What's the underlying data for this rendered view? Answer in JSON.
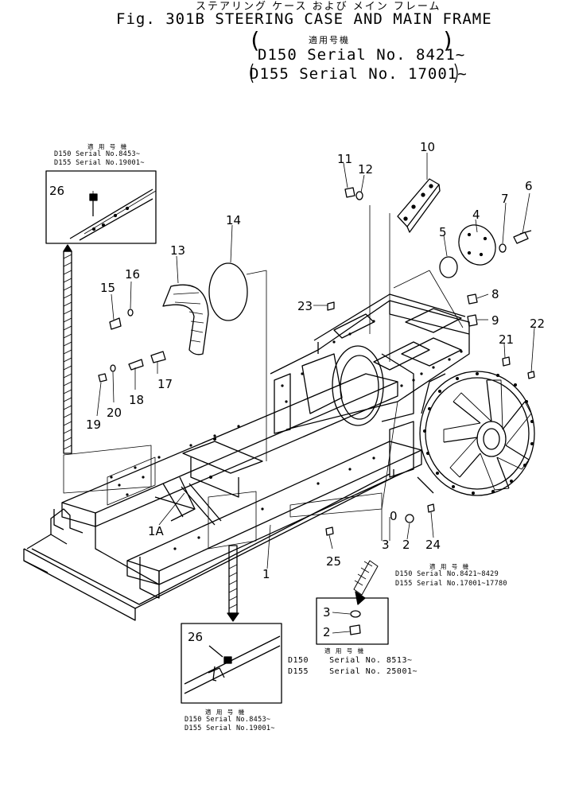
{
  "header": {
    "jp_title": "ステアリング ケース および メイン フレーム",
    "title": "Fig. 301B STEERING CASE AND MAIN FRAME",
    "applicable_caption": "適用号機",
    "serial_1": "D150 Serial No. 8421~",
    "serial_2": "D155 Serial No. 17001~",
    "paren_open": "(",
    "paren_close_1": ")",
    "paren_close_2": ")"
  },
  "detail_top_left": {
    "caption": "適 用 号 機",
    "line_1": "D150 Serial No.8453~",
    "line_2": "D155 Serial No.19001~"
  },
  "detail_bottom": {
    "caption": "適 用 号 機",
    "line_1": "D150 Serial No.8453~",
    "line_2": "D155 Serial No.19001~"
  },
  "detail_right_1": {
    "caption": "適 用 号 機",
    "line_1": "D150 Serial No.8421~8429",
    "line_2": "D155 Serial No.17001~17780"
  },
  "detail_right_2": {
    "caption": "適 用 号 機",
    "line_1": "D150    Serial No. 8513~",
    "line_2": "D155    Serial No. 25001~"
  },
  "part_numbers": {
    "p1": "1",
    "p1a": "1A",
    "p2": "2",
    "p2b": "2",
    "p3": "3",
    "p3b": "3",
    "p4": "4",
    "p5": "5",
    "p6": "6",
    "p7": "7",
    "p8": "8",
    "p9": "9",
    "p10": "10",
    "p11": "11",
    "p12": "12",
    "p13": "13",
    "p14": "14",
    "p15": "15",
    "p16": "16",
    "p17": "17",
    "p18": "18",
    "p19": "19",
    "p20": "20",
    "p21": "21",
    "p22": "22",
    "p23": "23",
    "p24": "24",
    "p25": "25",
    "p26": "26",
    "p26b": "26",
    "p0": "0"
  }
}
